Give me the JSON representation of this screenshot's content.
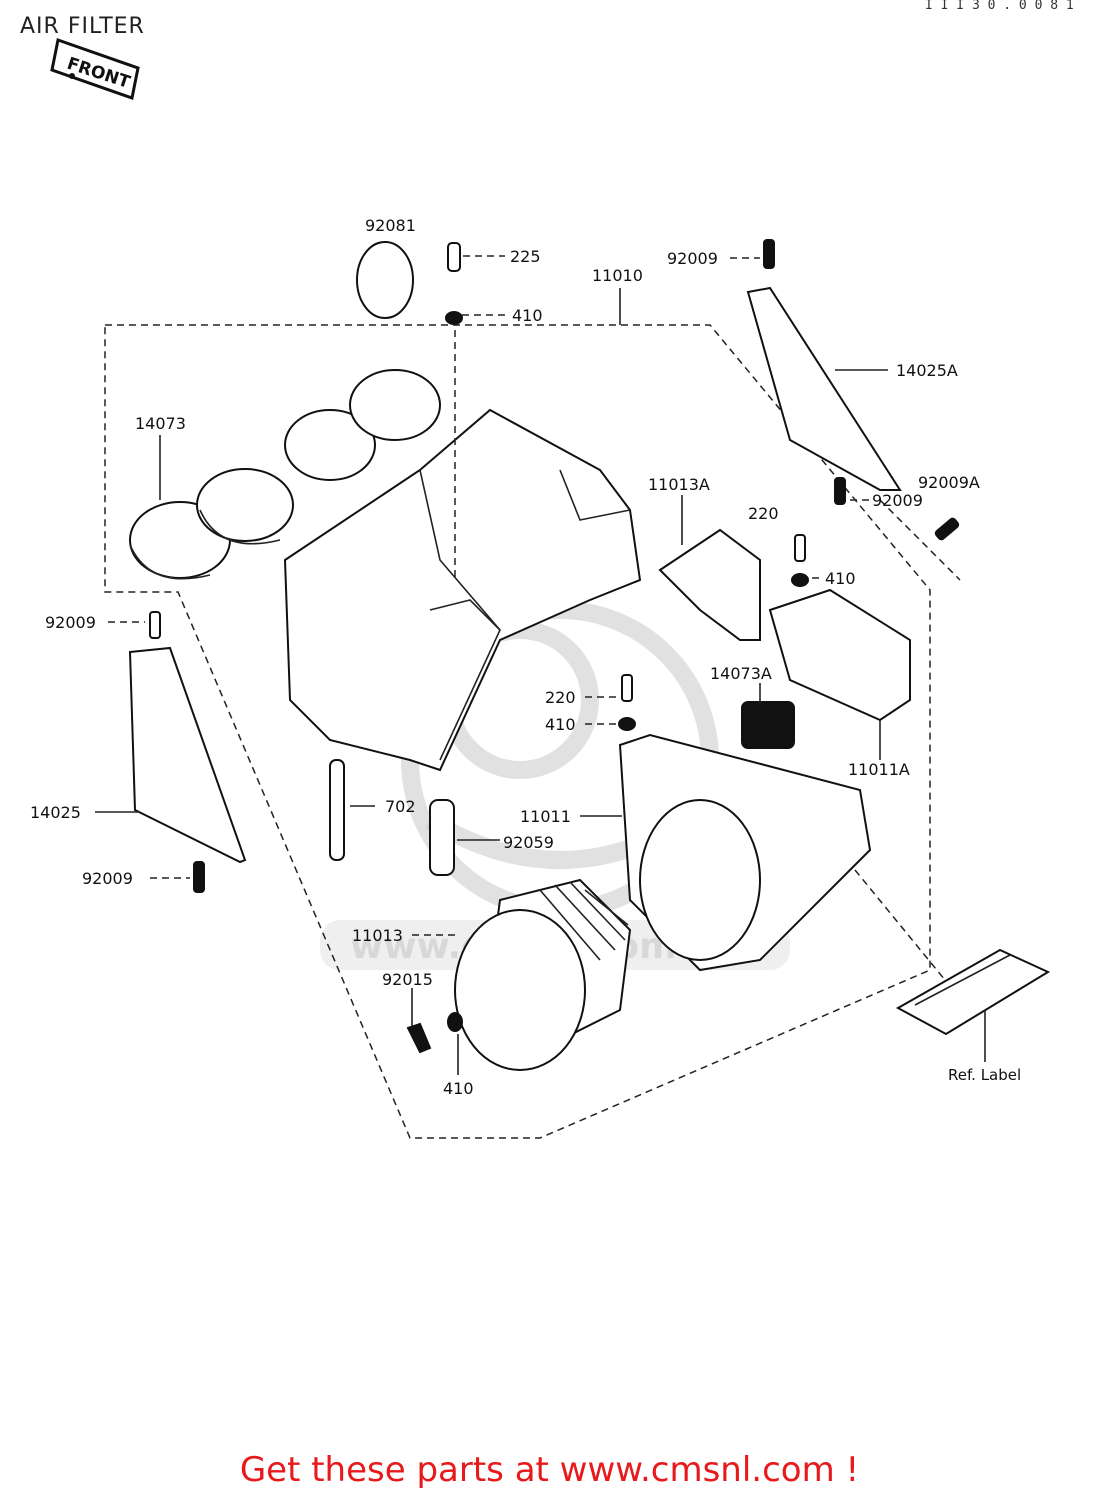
{
  "title": "AIR FILTER",
  "ref_code": "I I I 3 0 . 0 0 8 1",
  "front_tag": "FRONT",
  "watermark": "www.cmsnl.com",
  "promo_text": "Get these parts at www.cmsnl.com !",
  "promo_color": "#e8191b",
  "labels": {
    "p92081": "92081",
    "p225": "225",
    "p410_top": "410",
    "p11010": "11010",
    "p92009_tr": "92009",
    "p14025A": "14025A",
    "p14073": "14073",
    "p11013A": "11013A",
    "p220_r": "220",
    "p92009_mr": "92009",
    "p92009A": "92009A",
    "p410_r": "410",
    "p92009_l": "92009",
    "p220_m": "220",
    "p410_m": "410",
    "p14073A": "14073A",
    "p11011A": "11011A",
    "p14025": "14025",
    "p702": "702",
    "p11011": "11011",
    "p92059": "92059",
    "p92009_bl": "92009",
    "p11013": "11013",
    "p92015": "92015",
    "p410_b": "410",
    "ref_label": "Ref. Label"
  }
}
